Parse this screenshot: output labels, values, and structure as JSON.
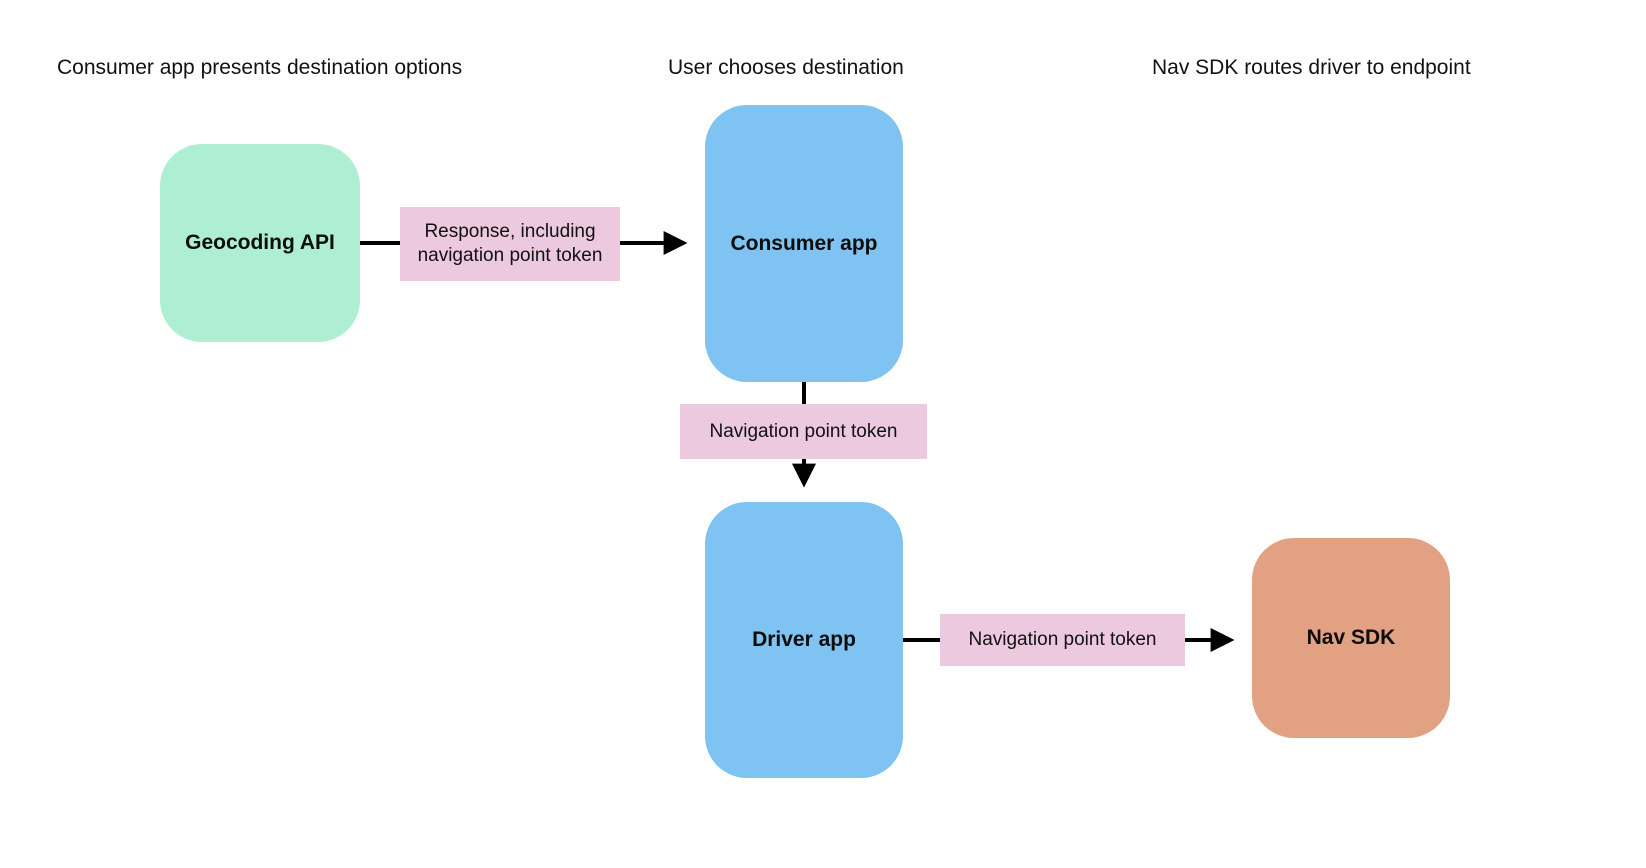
{
  "diagram": {
    "headers": [
      {
        "label": "Consumer app presents destination options"
      },
      {
        "label": "User chooses destination"
      },
      {
        "label": "Nav SDK routes driver to endpoint"
      }
    ],
    "nodes": [
      {
        "id": "geocoding-api",
        "label": "Geocoding API",
        "color": "#aeefd3"
      },
      {
        "id": "consumer-app",
        "label": "Consumer app",
        "color": "#7ec3f1"
      },
      {
        "id": "driver-app",
        "label": "Driver app",
        "color": "#7ec3f1"
      },
      {
        "id": "nav-sdk",
        "label": "Nav SDK",
        "color": "#e2a182"
      }
    ],
    "edges": [
      {
        "id": "geocoding-to-consumer",
        "label": "Response, including navigation point token"
      },
      {
        "id": "consumer-to-driver",
        "label": "Navigation point token"
      },
      {
        "id": "driver-to-navsdk",
        "label": "Navigation point token"
      }
    ],
    "colors": {
      "edge_label_bg": "#ecc9df",
      "arrow": "#000000",
      "background": "#ffffff"
    }
  }
}
